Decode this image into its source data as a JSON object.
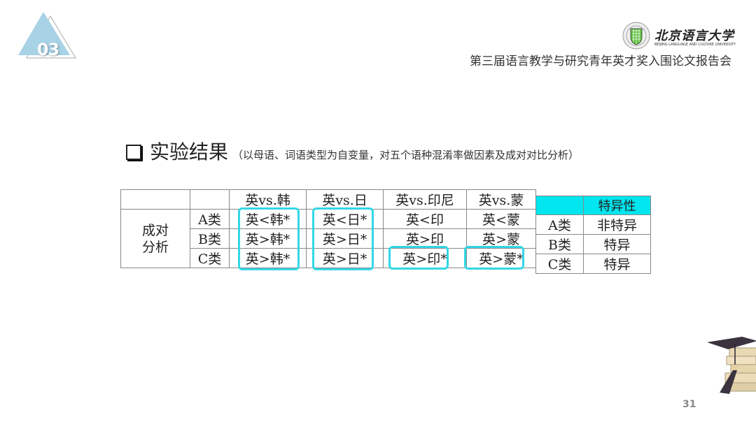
{
  "section_badge": {
    "number": "03",
    "color": "#a8d2e6"
  },
  "header": {
    "university_name": "北京语言大学",
    "university_en": "BEIJING LANGUAGE AND CULTURE UNIVERSITY",
    "conference_title": "第三届语言教学与研究青年英才奖入围论文报告会"
  },
  "section": {
    "title": "实验结果",
    "subtitle": "（以母语、词语类型为自变量，对五个语种混淆率做因素及成对对比分析）"
  },
  "comparison_table": {
    "columns": [
      "",
      "",
      "英vs.韩",
      "英vs.日",
      "英vs.印尼",
      "英vs.蒙"
    ],
    "row_group_label": "成对分析",
    "rows": [
      {
        "label": "A类",
        "cells": [
          "英<韩*",
          "英<日*",
          "英<印",
          "英<蒙"
        ]
      },
      {
        "label": "B类",
        "cells": [
          "英>韩*",
          "英>日*",
          "英>印",
          "英>蒙"
        ]
      },
      {
        "label": "C类",
        "cells": [
          "英>韩*",
          "英>日*",
          "英>印*",
          "英>蒙*"
        ]
      }
    ],
    "highlight_color": "#33d7e6"
  },
  "specificity_table": {
    "header": [
      "",
      "特异性"
    ],
    "header_color": "#00e5ee",
    "rows": [
      {
        "label": "A类",
        "value": "非特异"
      },
      {
        "label": "B类",
        "value": "特异"
      },
      {
        "label": "C类",
        "value": "特异"
      }
    ]
  },
  "page_number": "31"
}
